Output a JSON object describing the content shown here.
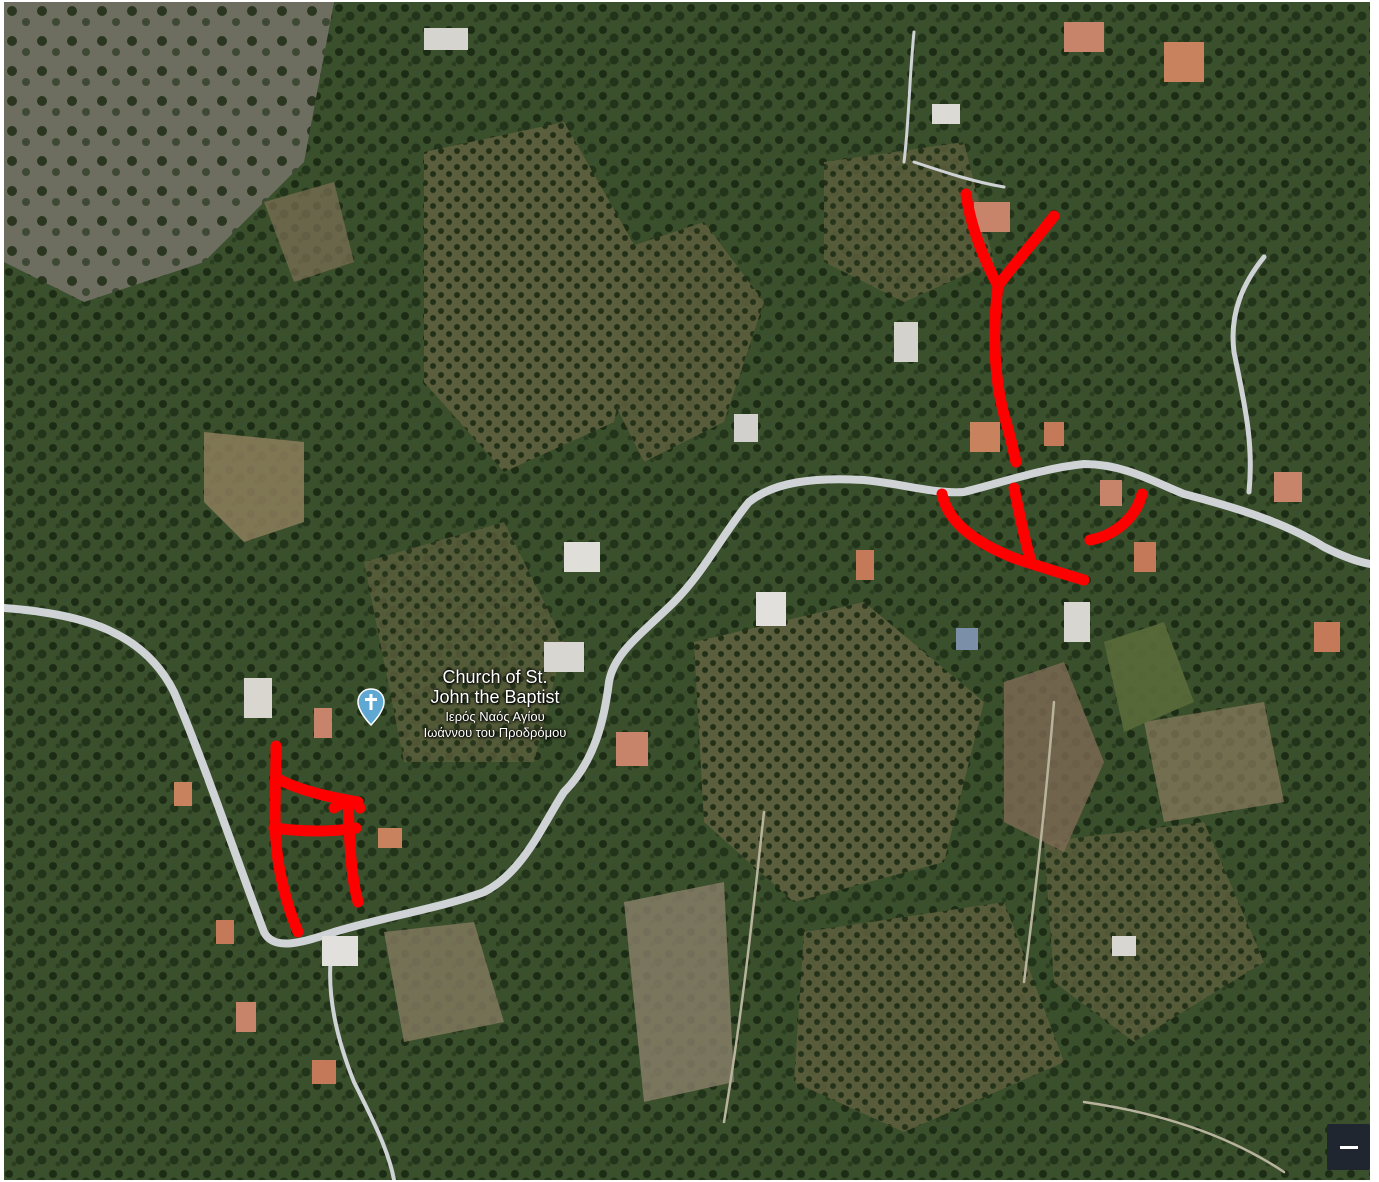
{
  "map": {
    "type": "satellite",
    "poi": {
      "name_line1": "Church of St.",
      "name_line2": "John the Baptist",
      "local_line1": "Ιερός Ναός Αγίου",
      "local_line2": "Ιωάννου του Προδρόμου",
      "icon": "church-cross-pin-icon",
      "pin_color": "#5fa8d3"
    },
    "controls": {
      "zoom_out_icon": "minus-icon"
    },
    "colors": {
      "vegetation_dark": "#1f2f17",
      "vegetation": "#34502a",
      "terrain": "#8a7a5a",
      "road": "#cfd3d6",
      "annotation": "#ff0000"
    }
  }
}
